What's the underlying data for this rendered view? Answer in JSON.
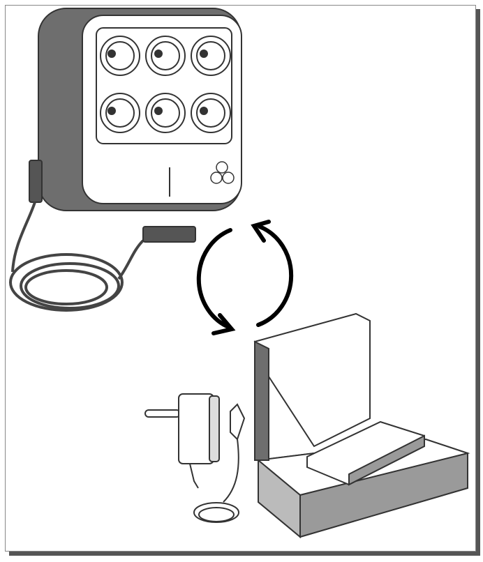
{
  "illustration": {
    "subjects": [
      "device",
      "usb-cable",
      "sync-arrows",
      "charging-dock",
      "power-adapter"
    ],
    "colors": {
      "outline": "#333333",
      "body_dark": "#6e6e6e",
      "body_mid": "#9a9a9a",
      "panel": "#ffffff",
      "arrow": "#000000",
      "shadow": "#555555"
    }
  }
}
